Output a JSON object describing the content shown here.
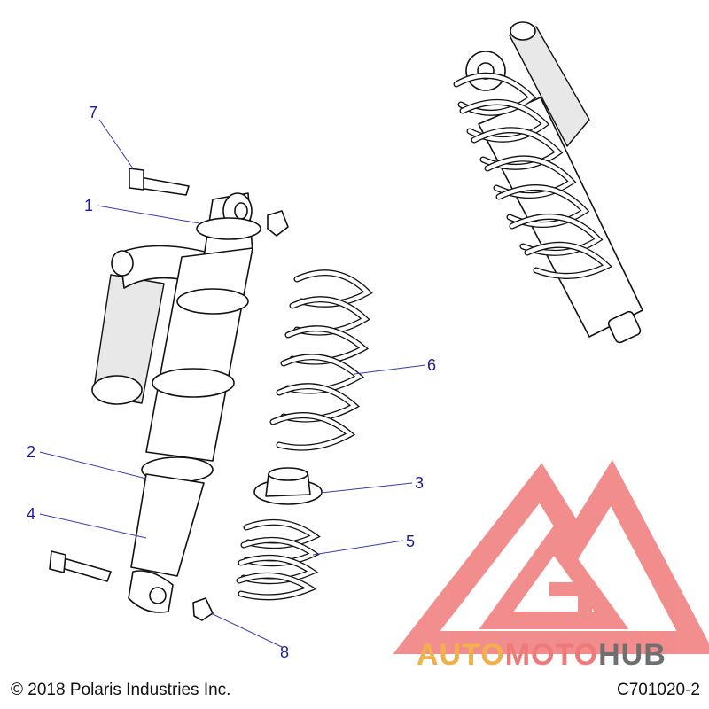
{
  "callouts": [
    {
      "id": "1",
      "label": "1"
    },
    {
      "id": "2",
      "label": "2"
    },
    {
      "id": "3",
      "label": "3"
    },
    {
      "id": "4",
      "label": "4"
    },
    {
      "id": "5",
      "label": "5"
    },
    {
      "id": "6",
      "label": "6"
    },
    {
      "id": "7",
      "label": "7"
    },
    {
      "id": "8",
      "label": "8"
    }
  ],
  "footer": {
    "copyright": "© 2018 Polaris Industries Inc.",
    "drawing_id": "C701020-2"
  },
  "watermark": {
    "part1": "AUTO",
    "part2": "MOTO",
    "part3": "HUB",
    "colors": {
      "triangle": "#f07a7a",
      "auto": "#f2b04a",
      "moto": "#f07a7a",
      "hub": "#6f6f6f"
    }
  },
  "colors": {
    "callout": "#1a1aa6",
    "line": "#111111"
  }
}
